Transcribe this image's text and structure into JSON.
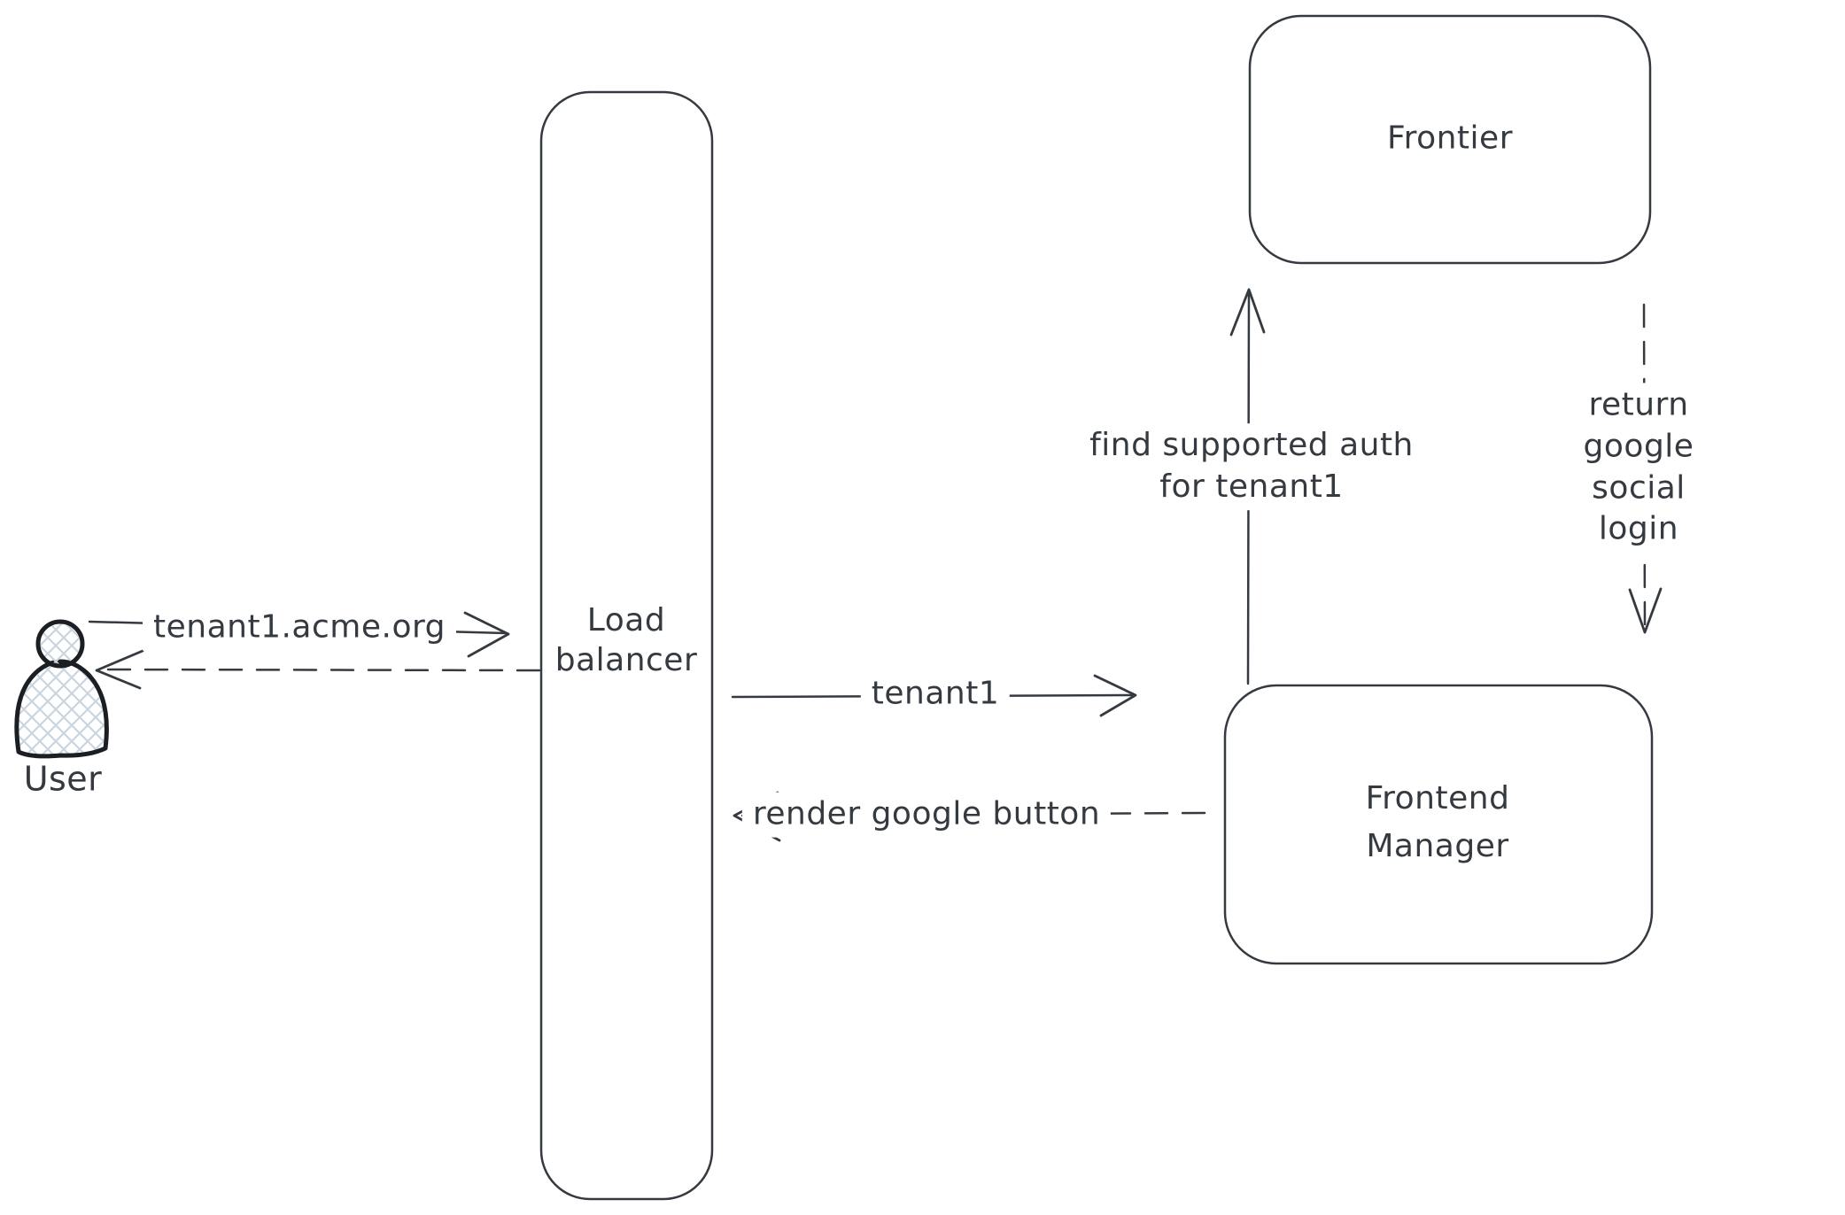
{
  "canvas": {
    "background": "#ffffff"
  },
  "palette": {
    "stroke": "#343a40",
    "text": "#343a40",
    "actor_outline": "#1b1f23",
    "actor_hatch": "#ccd5dd",
    "label_background": "#ffffff"
  },
  "nodes": {
    "user": {
      "label": "User",
      "type": "actor"
    },
    "load_balancer": {
      "label": "Load\nbalancer",
      "type": "box"
    },
    "frontier": {
      "label": "Frontier",
      "type": "box"
    },
    "frontend_manager": {
      "label": "Frontend\nManager",
      "type": "box"
    }
  },
  "edges": {
    "user_to_load_balancer": {
      "label": "tenant1.acme.org",
      "line": "solid",
      "from": "User",
      "to": "Load balancer"
    },
    "load_balancer_to_user": {
      "label": "",
      "line": "dashed",
      "from": "Load balancer",
      "to": "User"
    },
    "load_balancer_to_frontend_manager": {
      "label": "tenant1",
      "line": "solid",
      "from": "Load balancer",
      "to": "Frontend Manager"
    },
    "frontend_manager_to_load_balancer": {
      "label": "render google button",
      "line": "dashed",
      "from": "Frontend Manager",
      "to": "Load balancer"
    },
    "frontend_manager_to_frontier": {
      "label": "find supported auth\nfor tenant1",
      "line": "solid",
      "from": "Frontend Manager",
      "to": "Frontier"
    },
    "frontier_to_frontend_manager": {
      "label": "return google social\nlogin",
      "line": "dashed",
      "from": "Frontier",
      "to": "Frontend Manager"
    }
  }
}
